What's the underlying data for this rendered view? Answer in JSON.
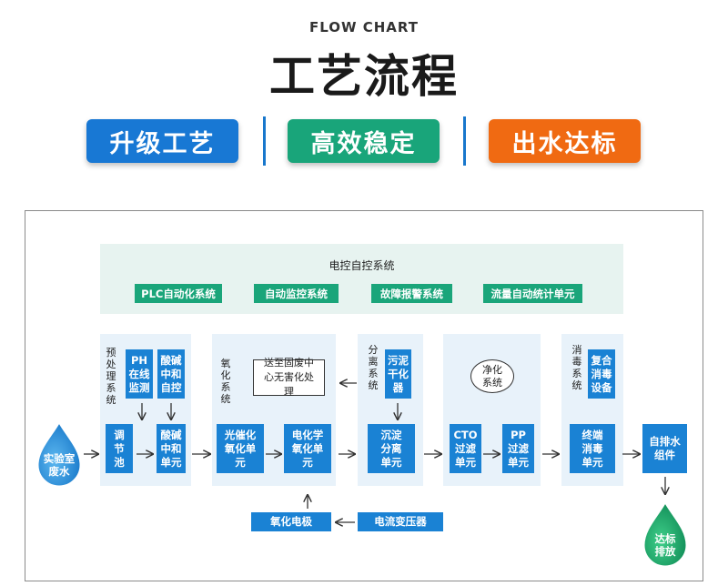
{
  "header": {
    "subtitle": "FLOW CHART",
    "title": "工艺流程"
  },
  "tags": [
    {
      "label": "升级工艺",
      "color": "#1878d4"
    },
    {
      "label": "高效稳定",
      "color": "#19a57a"
    },
    {
      "label": "出水达标",
      "color": "#f06a12"
    }
  ],
  "control": {
    "title": "电控自控系统",
    "items": [
      "PLC自动化系统",
      "自动监控系统",
      "故障报警系统",
      "流量自动统计单元"
    ]
  },
  "input_label": "实验室废水",
  "output_label": "达标排放",
  "pretreat": {
    "label": "预处理系统",
    "ph": "PH在线监测",
    "dose": "酸碱中和自控",
    "tank": "调节池",
    "neutral": "酸碱中和单元"
  },
  "oxidation": {
    "label": "氧化系统",
    "note": "送至固废中心无害化处理",
    "photo": "光催化氧化单元",
    "electro": "电化学氧化单元",
    "electrode": "氧化电极",
    "transformer": "电流变压器"
  },
  "sludge": {
    "label": "分离系统",
    "dry": "污泥干化器",
    "settle": "沉淀分离单元"
  },
  "purify": {
    "circle": "净化系统",
    "cto": "CTO过滤单元",
    "pp": "PP过滤单元"
  },
  "disinfect": {
    "label": "消毒系统",
    "combo": "复合消毒设备",
    "terminal": "终端消毒单元"
  },
  "discharge": "自排水组件",
  "colors": {
    "box_blue": "#1a82d4",
    "panel_green": "#1aa57a",
    "drop_green": "#18a065",
    "drop_blue": "#2a8fd8"
  }
}
